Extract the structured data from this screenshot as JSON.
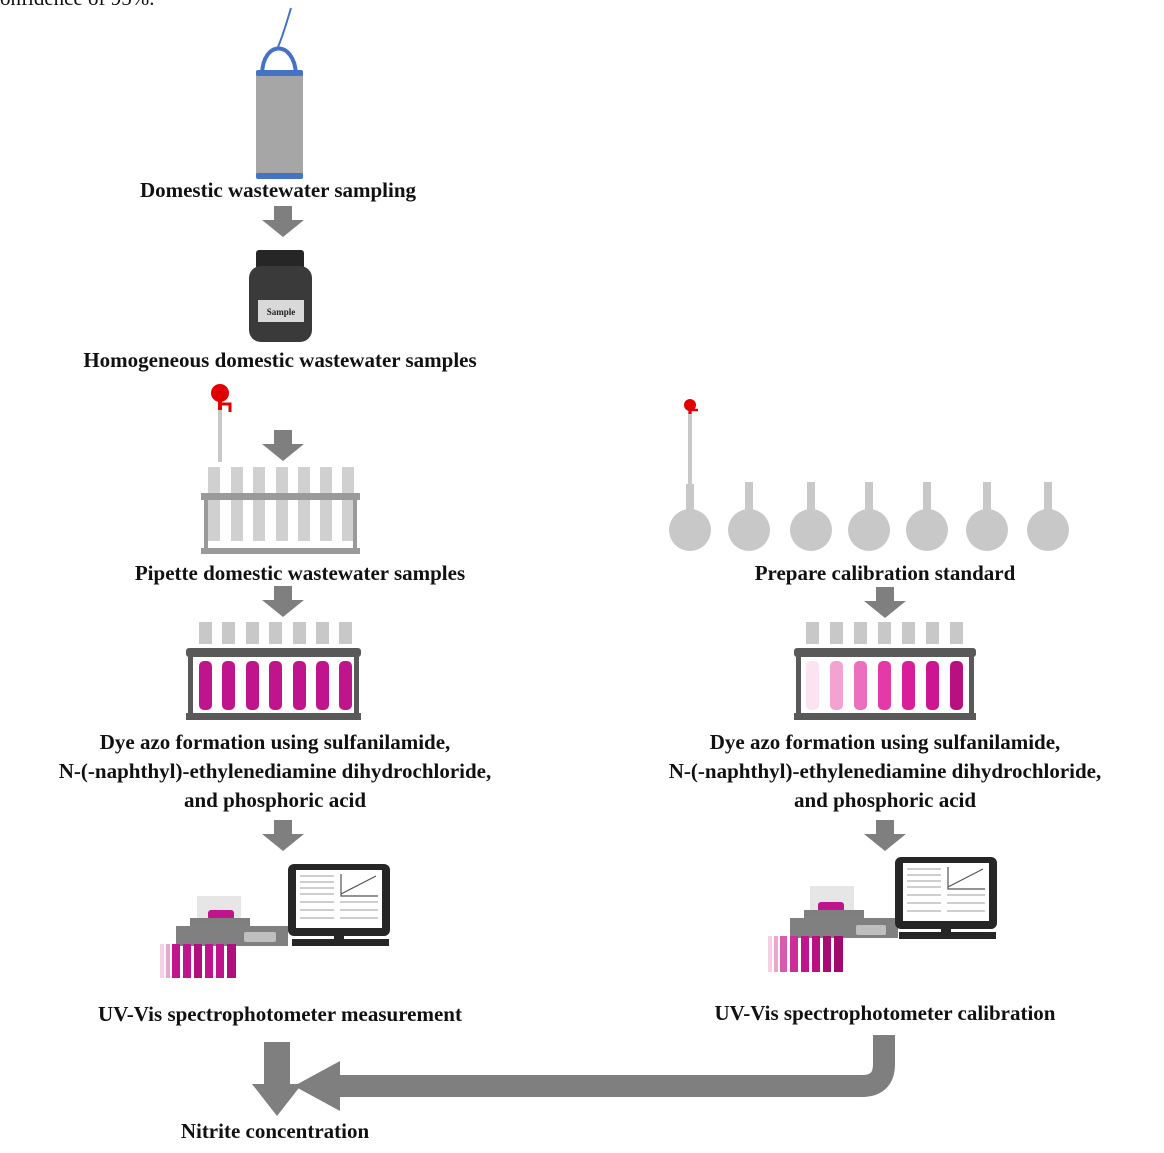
{
  "top_caption": "onfidence of 95%.",
  "bottle_label": "Sample",
  "left": {
    "step1": "Domestic wastewater sampling",
    "step2": "Homogeneous domestic wastewater samples",
    "step3": "Pipette domestic wastewater samples",
    "step4": [
      "Dye azo formation using sulfanilamide,",
      "N-(-naphthyl)-ethylenediamine dihydrochloride,",
      "and phosphoric acid"
    ],
    "step5": "UV-Vis  spectrophotometer measurement"
  },
  "right": {
    "step1": "Prepare calibration standard",
    "step2": [
      "Dye azo formation using sulfanilamide,",
      "N-(-naphthyl)-ethylenediamine dihydrochloride,",
      "and phosphoric acid"
    ],
    "step3": "UV-Vis  spectrophotometer calibration"
  },
  "result": "Nitrite concentration",
  "colors": {
    "arrow": "#7f7f7f",
    "magenta": "#c0148c",
    "light_gray": "#bfbfbf",
    "pipette_red": "#e00000",
    "sampler_blue": "#4472c4"
  },
  "icons": [
    "water-sampler-icon",
    "sample-bottle-icon",
    "pipette-icon",
    "test-tube-rack-icon",
    "volumetric-flask-icon",
    "spectrophotometer-icon",
    "computer-monitor-icon",
    "arrow-down-icon"
  ]
}
